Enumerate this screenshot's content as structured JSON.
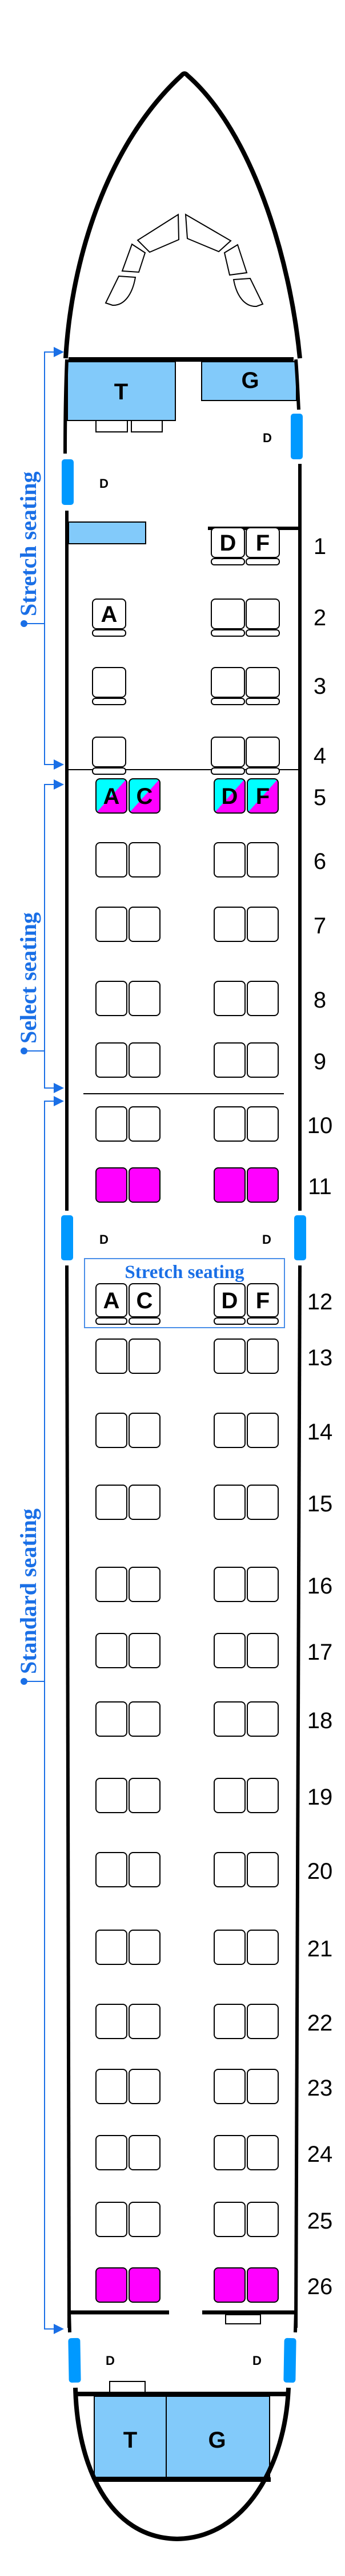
{
  "title": "Aircraft seat map",
  "colors": {
    "wall": "#000000",
    "lavatory_fill": "#82cafa",
    "door": "#0099ff",
    "section_bracket": "#1a6fe6",
    "seat_outline": "#000000",
    "seat_blocked": "#ff00ff",
    "seat_limited_recline_a": "#00ffff",
    "seat_limited_recline_b": "#ff00ff"
  },
  "facilities": {
    "front_lavatory": "T",
    "front_galley": "G",
    "rear_lavatory": "T",
    "rear_galley": "G",
    "door_label": "D"
  },
  "sections": [
    {
      "name": "stretch",
      "label": "Stretch seating"
    },
    {
      "name": "select",
      "label": "Select seating"
    },
    {
      "name": "standard",
      "label": "Standard seating"
    }
  ],
  "inline_box_label": "Stretch seating",
  "columns": [
    "A",
    "C",
    "D",
    "F"
  ],
  "rows": [
    {
      "number": "1",
      "seats": {
        "A": null,
        "C": null,
        "D": "D",
        "F": "F"
      },
      "style": "first",
      "labeled": true
    },
    {
      "number": "2",
      "seats": {
        "A": "A",
        "C": null,
        "D": "",
        "F": ""
      },
      "style": "first",
      "labeled": true
    },
    {
      "number": "3",
      "seats": {
        "A": "",
        "C": null,
        "D": "",
        "F": ""
      },
      "style": "first"
    },
    {
      "number": "4",
      "seats": {
        "A": "",
        "C": null,
        "D": "",
        "F": ""
      },
      "style": "first"
    },
    {
      "number": "5",
      "seats": {
        "A": "A",
        "C": "C",
        "D": "D",
        "F": "F"
      },
      "style": "split",
      "labeled": true
    },
    {
      "number": "6",
      "seats": {
        "A": "",
        "C": "",
        "D": "",
        "F": ""
      },
      "style": "economy"
    },
    {
      "number": "7",
      "seats": {
        "A": "",
        "C": "",
        "D": "",
        "F": ""
      },
      "style": "economy"
    },
    {
      "number": "8",
      "seats": {
        "A": "",
        "C": "",
        "D": "",
        "F": ""
      },
      "style": "economy"
    },
    {
      "number": "9",
      "seats": {
        "A": "",
        "C": "",
        "D": "",
        "F": ""
      },
      "style": "economy"
    },
    {
      "number": "10",
      "seats": {
        "A": "",
        "C": "",
        "D": "",
        "F": ""
      },
      "style": "economy"
    },
    {
      "number": "11",
      "seats": {
        "A": "",
        "C": "",
        "D": "",
        "F": ""
      },
      "style": "blocked"
    },
    {
      "number": "12",
      "seats": {
        "A": "A",
        "C": "C",
        "D": "D",
        "F": "F"
      },
      "style": "stretch",
      "labeled": true
    },
    {
      "number": "13",
      "seats": {
        "A": "",
        "C": "",
        "D": "",
        "F": ""
      },
      "style": "economy"
    },
    {
      "number": "14",
      "seats": {
        "A": "",
        "C": "",
        "D": "",
        "F": ""
      },
      "style": "economy"
    },
    {
      "number": "15",
      "seats": {
        "A": "",
        "C": "",
        "D": "",
        "F": ""
      },
      "style": "economy"
    },
    {
      "number": "16",
      "seats": {
        "A": "",
        "C": "",
        "D": "",
        "F": ""
      },
      "style": "economy"
    },
    {
      "number": "17",
      "seats": {
        "A": "",
        "C": "",
        "D": "",
        "F": ""
      },
      "style": "economy"
    },
    {
      "number": "18",
      "seats": {
        "A": "",
        "C": "",
        "D": "",
        "F": ""
      },
      "style": "economy"
    },
    {
      "number": "19",
      "seats": {
        "A": "",
        "C": "",
        "D": "",
        "F": ""
      },
      "style": "economy"
    },
    {
      "number": "20",
      "seats": {
        "A": "",
        "C": "",
        "D": "",
        "F": ""
      },
      "style": "economy"
    },
    {
      "number": "21",
      "seats": {
        "A": "",
        "C": "",
        "D": "",
        "F": ""
      },
      "style": "economy"
    },
    {
      "number": "22",
      "seats": {
        "A": "",
        "C": "",
        "D": "",
        "F": ""
      },
      "style": "economy"
    },
    {
      "number": "23",
      "seats": {
        "A": "",
        "C": "",
        "D": "",
        "F": ""
      },
      "style": "economy"
    },
    {
      "number": "24",
      "seats": {
        "A": "",
        "C": "",
        "D": "",
        "F": ""
      },
      "style": "economy"
    },
    {
      "number": "25",
      "seats": {
        "A": "",
        "C": "",
        "D": "",
        "F": ""
      },
      "style": "economy"
    },
    {
      "number": "26",
      "seats": {
        "A": "",
        "C": "",
        "D": "",
        "F": ""
      },
      "style": "blocked"
    }
  ]
}
